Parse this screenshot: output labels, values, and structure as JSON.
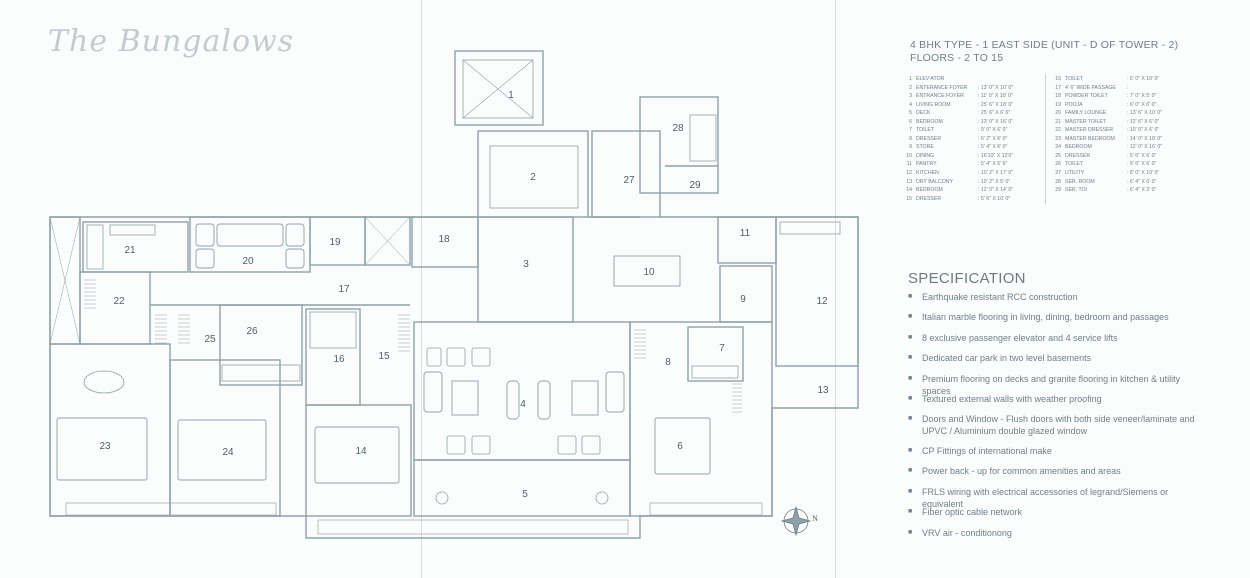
{
  "brand": "The Bungalows",
  "title_line1": "4 BHK TYPE - 1 EAST SIDE (UNIT - D OF TOWER - 2)",
  "title_line2": "FLOORS - 2 TO 15",
  "rooms_left": [
    {
      "n": "1",
      "name": "ELEV ATOR",
      "size": ""
    },
    {
      "n": "2",
      "name": "ENTERANCE FOYER",
      "size": ": 13' 0\" X 10' 0\""
    },
    {
      "n": "3",
      "name": "ENTRANCE FOYER",
      "size": ": 11' 0\" X 10' 0\""
    },
    {
      "n": "4",
      "name": "LIVING ROOM",
      "size": ": 25' 6\" X 18' 0\""
    },
    {
      "n": "5",
      "name": "DECK",
      "size": ": 25' 6\" X 6' 6\""
    },
    {
      "n": "6",
      "name": "BEDROOM",
      "size": ": 13' 0\" X 16' 0\""
    },
    {
      "n": "7",
      "name": "TOILET",
      "size": ": 9' 0\" X 6' 0\""
    },
    {
      "n": "8",
      "name": "DRESSER",
      "size": ": 6' 2\" X 6' 0\""
    },
    {
      "n": "9",
      "name": "STORE",
      "size": ": 5' 4\" X 6' 0\""
    },
    {
      "n": "10",
      "name": "DINING",
      "size": ": 16'10\" X 12'0\""
    },
    {
      "n": "11",
      "name": "PANTRY",
      "size": ": 5' 4\" X 5' 6\""
    },
    {
      "n": "12",
      "name": "KITCHEN",
      "size": ": 10' 2\" X 17' 0\""
    },
    {
      "n": "13",
      "name": "DRY BALCONY",
      "size": ": 10' 2\" X 5' 0\""
    },
    {
      "n": "14",
      "name": "BEDROOM",
      "size": ": 12' 0\" X 14' 0\""
    },
    {
      "n": "15",
      "name": "DRESSER",
      "size": ": 5' 6\" X 10' 0\""
    }
  ],
  "rooms_right": [
    {
      "n": "16",
      "name": "TOILET",
      "size": ": 6' 0\" X 10' 0\""
    },
    {
      "n": "17",
      "name": "4' 6\" WIDE PASSAGE",
      "size": ":"
    },
    {
      "n": "18",
      "name": "POWDER TOILET",
      "size": ": 7' 0\" X 5' 0\""
    },
    {
      "n": "19",
      "name": "POOJA",
      "size": ": 6' 0\" X 6' 0\""
    },
    {
      "n": "20",
      "name": "FAMILY LOUNGE",
      "size": ": 13' 6\" X 10' 0\""
    },
    {
      "n": "21",
      "name": "MASTER TOILET",
      "size": ": 12' 6\" X 6' 0\""
    },
    {
      "n": "22",
      "name": "MASTER DRESSER",
      "size": ": 10' 0\" X 6' 0\""
    },
    {
      "n": "23",
      "name": "MASTER BEDROOM",
      "size": ": 14' 0\" X 18' 0\""
    },
    {
      "n": "24",
      "name": "BEDROOM",
      "size": ": 12' 0\" X 16' 0\""
    },
    {
      "n": "25",
      "name": "DRESSER",
      "size": ": 5' 6\" X 6' 0\""
    },
    {
      "n": "26",
      "name": "TOILET",
      "size": ": 9' 6\" X 6' 0\""
    },
    {
      "n": "27",
      "name": "UTILITY",
      "size": ": 8' 0\" X 10' 0\""
    },
    {
      "n": "28",
      "name": "SER. ROOM",
      "size": ": 6' 4\" X 6' 0\""
    },
    {
      "n": "29",
      "name": "SER. TOI",
      "size": ": 6' 4\" X 3' 0\""
    }
  ],
  "spec_title": "SPECIFICATION",
  "spec_items": [
    "Earthquake resistant RCC construction",
    "Italian marble flooring in living, dining, bedroom and passages",
    "8 exclusive passenger elevator and 4 service lifts",
    "Dedicated car park in two level basements",
    "Premium flooring on decks and granite flooring in kitchen & utility spaces",
    "Textured external walls with weather proofing",
    "Doors and Window - Flush doors with both side veneer/laminate and UPVC / Aluminium double glazed window",
    "CP Fittings of international make",
    "Power back - up for common amenities and areas",
    "FRLS wiring with electrical accessories of legrand/Siemens or equivalent",
    "Fiber optic cable network",
    "VRV air - conditionong"
  ],
  "plan_labels": [
    "1",
    "2",
    "3",
    "4",
    "5",
    "6",
    "7",
    "8",
    "9",
    "10",
    "11",
    "12",
    "13",
    "14",
    "15",
    "16",
    "17",
    "18",
    "19",
    "20",
    "21",
    "22",
    "23",
    "24",
    "25",
    "26",
    "27",
    "28",
    "29"
  ],
  "compass_letter": "N",
  "colors": {
    "line": "#8fa0a8",
    "text": "#5f7078",
    "accent": "#9aa8ae"
  }
}
